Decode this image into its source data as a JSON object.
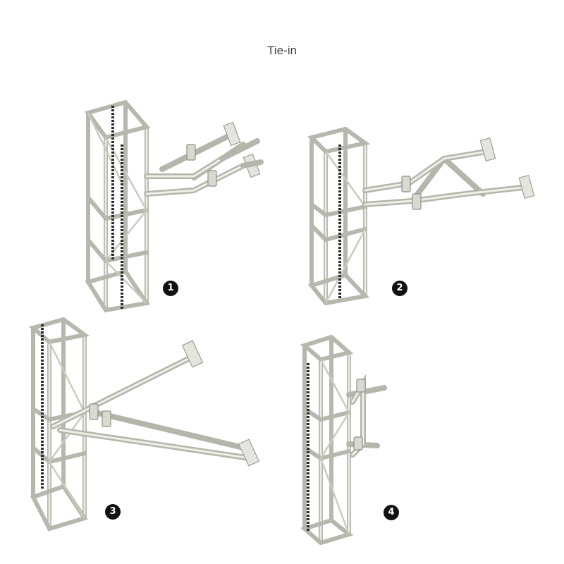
{
  "title": "Tie-in",
  "figures": [
    {
      "number": "1"
    },
    {
      "number": "2"
    },
    {
      "number": "3"
    },
    {
      "number": "4"
    }
  ]
}
